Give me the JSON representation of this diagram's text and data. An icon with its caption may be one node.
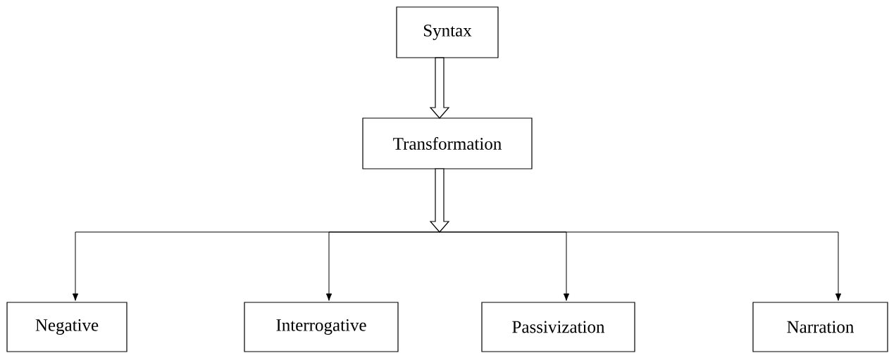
{
  "diagram": {
    "nodes": [
      {
        "text": [
          "Syntax"
        ]
      },
      {
        "text": [
          "Transformation"
        ]
      },
      {
        "text": [
          "Negative"
        ]
      },
      {
        "text": [
          "Interrogative"
        ]
      },
      {
        "text": [
          "Passivization"
        ]
      },
      {
        "text": [
          "Narration"
        ]
      }
    ],
    "edges": [
      {
        "from": 0,
        "to": 1,
        "arrow": "to",
        "style": "thick"
      },
      {
        "from": 1,
        "to": 2,
        "arrow": "to"
      },
      {
        "from": 1,
        "to": 3,
        "arrow": "to"
      },
      {
        "from": 1,
        "to": 4,
        "arrow": "to"
      },
      {
        "from": 1,
        "to": 5,
        "arrow": "to"
      }
    ]
  }
}
